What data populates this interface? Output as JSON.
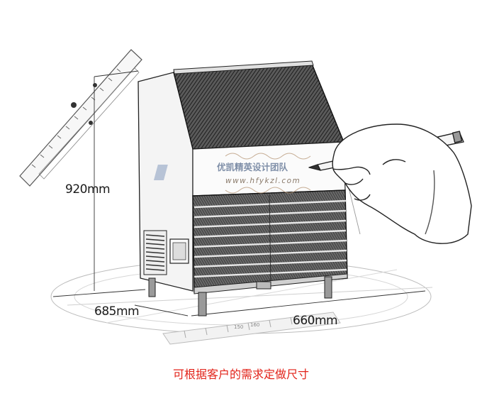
{
  "dimensions": {
    "height": "920mm",
    "depth": "685mm",
    "width": "660mm"
  },
  "watermark": {
    "brand": "优凯精英设计团队",
    "url": "www.hfykzl.com"
  },
  "ruler_marks": [
    "160",
    "150"
  ],
  "caption": "可根据客户的需求定做尺寸",
  "colors": {
    "caption": "#e2231a",
    "line": "#222222",
    "background": "#ffffff"
  }
}
